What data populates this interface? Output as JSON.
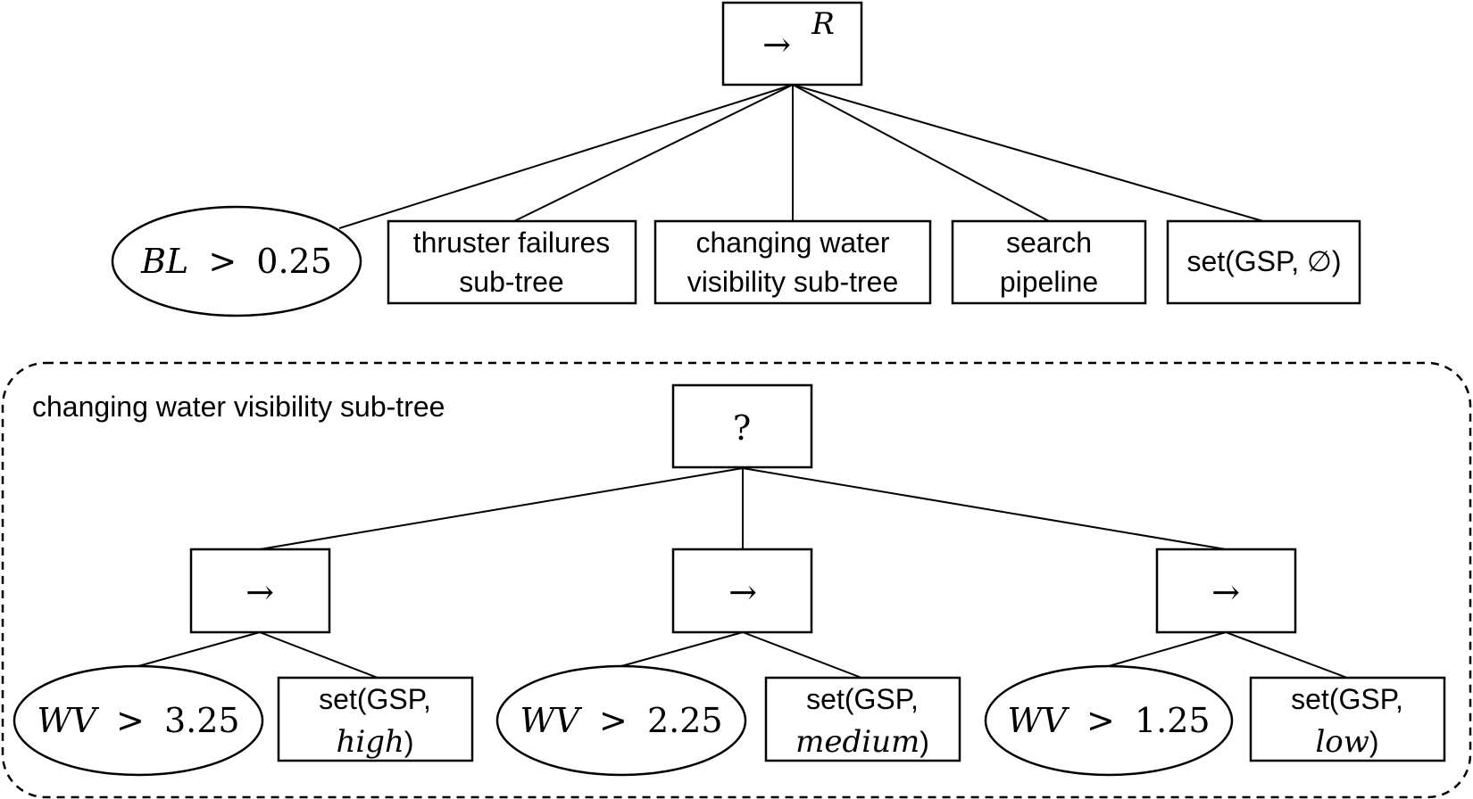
{
  "root": {
    "symbol": "→",
    "superscript": "R"
  },
  "top_children": {
    "battery_condition": {
      "lhs": "BL",
      "op": ">",
      "value": "0.25"
    },
    "thruster_subtree": {
      "line1": "thruster failures",
      "line2": "sub-tree"
    },
    "visibility_subtree": {
      "line1": "changing water",
      "line2": "visibility sub-tree"
    },
    "search_pipeline": {
      "line1": "search",
      "line2": "pipeline"
    },
    "set_gsp_empty": {
      "text": "set(GSP, ∅)"
    }
  },
  "subtree": {
    "caption": "changing water visibility sub-tree",
    "fallback_symbol": "?",
    "sequences": [
      {
        "symbol": "→",
        "condition": {
          "lhs": "WV",
          "op": ">",
          "value": "3.25"
        },
        "action": {
          "line1": "set(GSP,",
          "param": "high",
          "close": ")"
        }
      },
      {
        "symbol": "→",
        "condition": {
          "lhs": "WV",
          "op": ">",
          "value": "2.25"
        },
        "action": {
          "line1": "set(GSP,",
          "param": "medium",
          "close": ")"
        }
      },
      {
        "symbol": "→",
        "condition": {
          "lhs": "WV",
          "op": ">",
          "value": "1.25"
        },
        "action": {
          "line1": "set(GSP,",
          "param": "low",
          "close": ")"
        }
      }
    ]
  }
}
